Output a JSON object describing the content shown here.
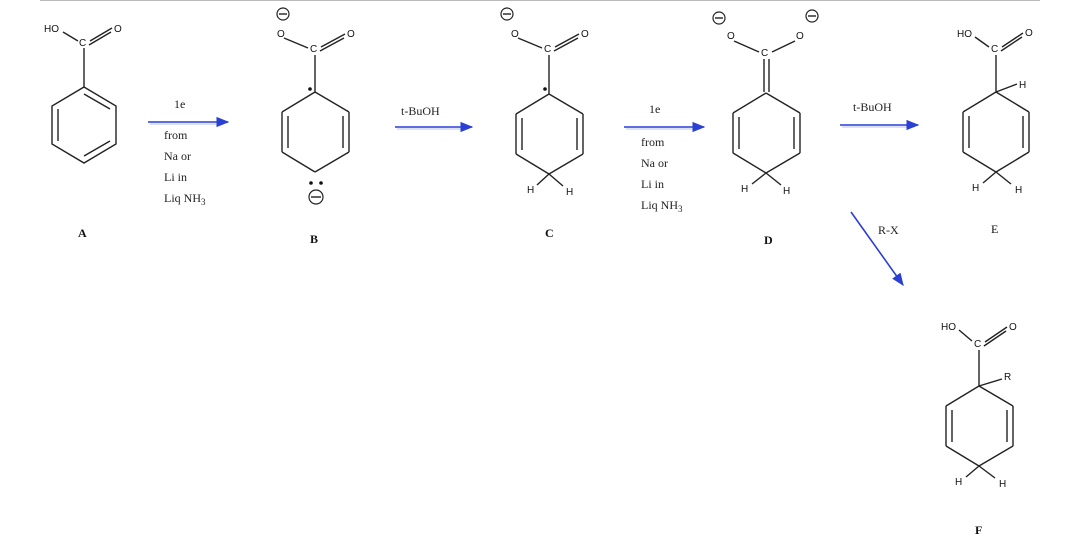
{
  "atoms": {
    "hydroxyl": "HO",
    "carbon": "C",
    "oxygen": "O",
    "hydrogen": "H",
    "r_group": "R"
  },
  "compound_labels": {
    "a": "A",
    "b": "B",
    "c": "C",
    "d": "D",
    "e": "E",
    "f": "F"
  },
  "step1": {
    "l1": "1e",
    "l2": "from",
    "l3": "Na or",
    "l4": "Li in",
    "l5": "Liq NH",
    "sub": "3"
  },
  "step2": {
    "reagent": "t-BuOH"
  },
  "step3": {
    "l1": "1e",
    "l2": "from",
    "l3": "Na or",
    "l4": "Li in",
    "l5": "Liq NH",
    "sub": "3"
  },
  "step4": {
    "reagent": "t-BuOH"
  },
  "step5": {
    "reagent": "R-X"
  },
  "colors": {
    "arrow": "#2a3fd4",
    "bond": "#222222"
  }
}
